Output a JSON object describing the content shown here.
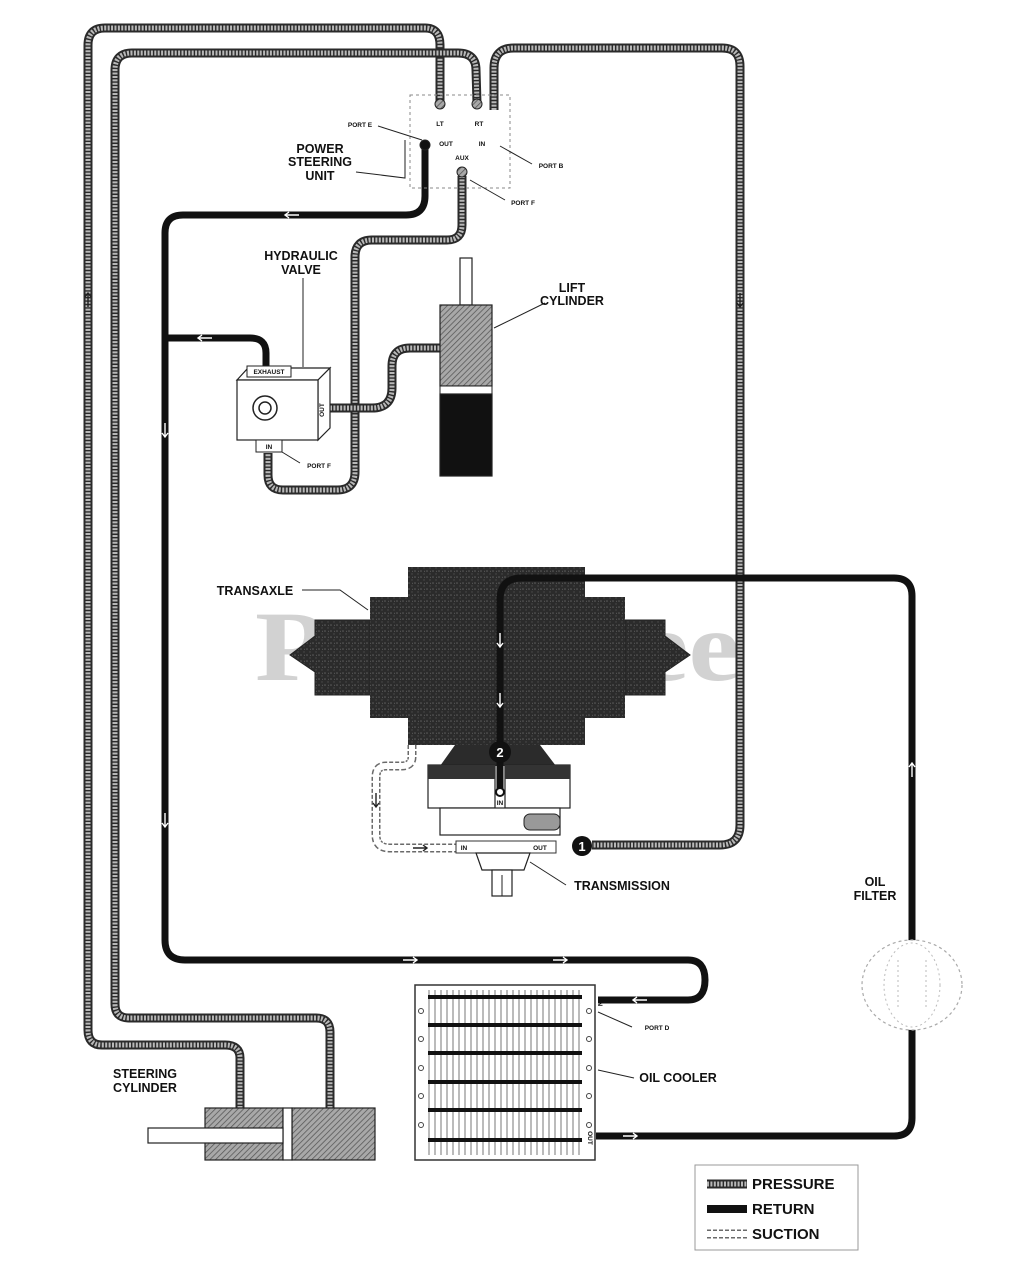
{
  "watermark": "PartsTree",
  "colors": {
    "pressure": "#b8b8b8",
    "return": "#111111",
    "suction": "#ffffff"
  },
  "labels": {
    "port_e_top": "PORT E",
    "pst_lt": "LT",
    "pst_rt": "RT",
    "pst_out": "OUT",
    "pst_in": "IN",
    "pst_aux": "AUX",
    "port_b": "PORT B",
    "port_f_top": "PORT F",
    "power_steering_unit": [
      "POWER",
      "STEERING",
      "UNIT"
    ],
    "hydraulic_valve": [
      "HYDRAULIC",
      "VALVE"
    ],
    "valve_exhaust": "EXHAUST",
    "valve_out": "OUT",
    "valve_in": "IN",
    "port_f_valve": "PORT F",
    "lift_cylinder": [
      "LIFT",
      "CYLINDER"
    ],
    "transaxle": "TRANSAXLE",
    "marker_2": "2",
    "trans_top_in": "IN",
    "trans_in": "IN",
    "trans_out": "OUT",
    "marker_1": "1",
    "transmission": "TRANSMISSION",
    "oil_filter": [
      "OIL",
      "FILTER"
    ],
    "steering_cylinder": [
      "STEERING",
      "CYLINDER"
    ],
    "cooler_in": "IN",
    "port_d": "PORT D",
    "oil_cooler": "OIL COOLER",
    "cooler_out": "OUT"
  },
  "legend": [
    {
      "key": "pressure",
      "label": "PRESSURE"
    },
    {
      "key": "return",
      "label": "RETURN"
    },
    {
      "key": "suction",
      "label": "SUCTION"
    }
  ]
}
